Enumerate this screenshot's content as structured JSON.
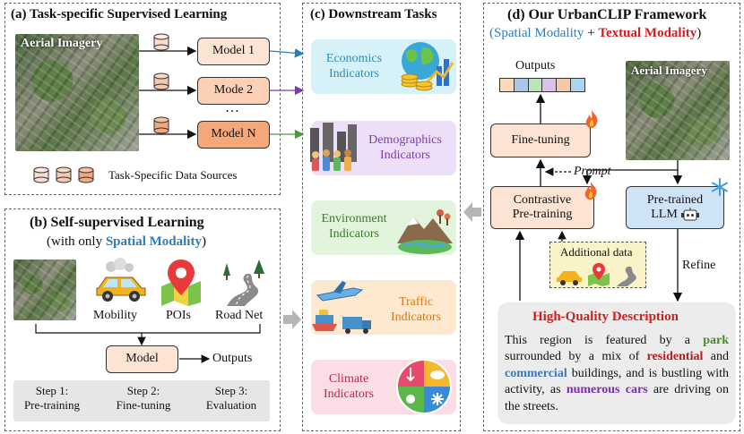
{
  "panel_a": {
    "title": "(a) Task-specific Supervised Learning",
    "aerial_label": "Aerial Imagery",
    "models": [
      "Model 1",
      "Mode 2",
      "Model N"
    ],
    "ellipsis": "…",
    "legend": "Task-Specific Data Sources"
  },
  "panel_b": {
    "title": "(b) Self-supervised Learning",
    "subtitle_prefix": "(with only ",
    "subtitle_highlight": "Spatial Modality",
    "subtitle_suffix": ")",
    "sources": [
      "Mobility",
      "POIs",
      "Road Net"
    ],
    "model": "Model",
    "outputs": "Outputs",
    "steps": [
      {
        "line1": "Step 1:",
        "line2": "Pre-training"
      },
      {
        "line1": "Step 2:",
        "line2": "Fine-tuning"
      },
      {
        "line1": "Step 3:",
        "line2": "Evaluation"
      }
    ]
  },
  "panel_c": {
    "title": "(c) Downstream Tasks",
    "tasks": [
      {
        "line1": "Economics",
        "line2": "Indicators",
        "color": "#2a8fb8",
        "bg": "#d6f1f7"
      },
      {
        "line1": "Demographics",
        "line2": "Indicators",
        "color": "#7d3cb5",
        "bg": "#ecdff7"
      },
      {
        "line1": "Environment",
        "line2": "Indicators",
        "color": "#3a7a2a",
        "bg": "#e3f4dd"
      },
      {
        "line1": "Traffic",
        "line2": "Indicators",
        "color": "#d67a16",
        "bg": "#fde9cf"
      },
      {
        "line1": "Climate",
        "line2": "Indicators",
        "color": "#c4234d",
        "bg": "#fbdde6"
      }
    ]
  },
  "panel_d": {
    "title": "(d) Our UrbanCLIP Framework",
    "subtitle_open": "(",
    "spatial": "Spatial Modality",
    "plus": " + ",
    "textual": "Textual Modality",
    "subtitle_close": ")",
    "outputs": "Outputs",
    "aerial_label": "Aerial Imagery",
    "fine_tuning": "Fine-tuning",
    "prompt": "Prompt",
    "contrastive_line1": "Contrastive",
    "contrastive_line2": "Pre-training",
    "llm_line1": "Pre-trained",
    "llm_line2": "LLM",
    "additional": "Additional data",
    "refine": "Refine",
    "desc_title": "High-Quality Description",
    "desc": {
      "t1": "This region is featured by a ",
      "w1": "park",
      "t2": " surrounded by a mix of ",
      "w2": "residential",
      "t3": " and ",
      "w3": "commercial",
      "t4": " buildings, and is bustling with activity, as ",
      "w4": "numerous cars",
      "t5": " are driving on the streets."
    }
  },
  "colors": {
    "spatial": "#2a7cc2",
    "textual": "#d41c1c",
    "park": "#4b8a2a",
    "residential": "#c01818",
    "commercial": "#3a78c0",
    "cars": "#7a2fa8",
    "box_fill": "#fde3d3"
  }
}
